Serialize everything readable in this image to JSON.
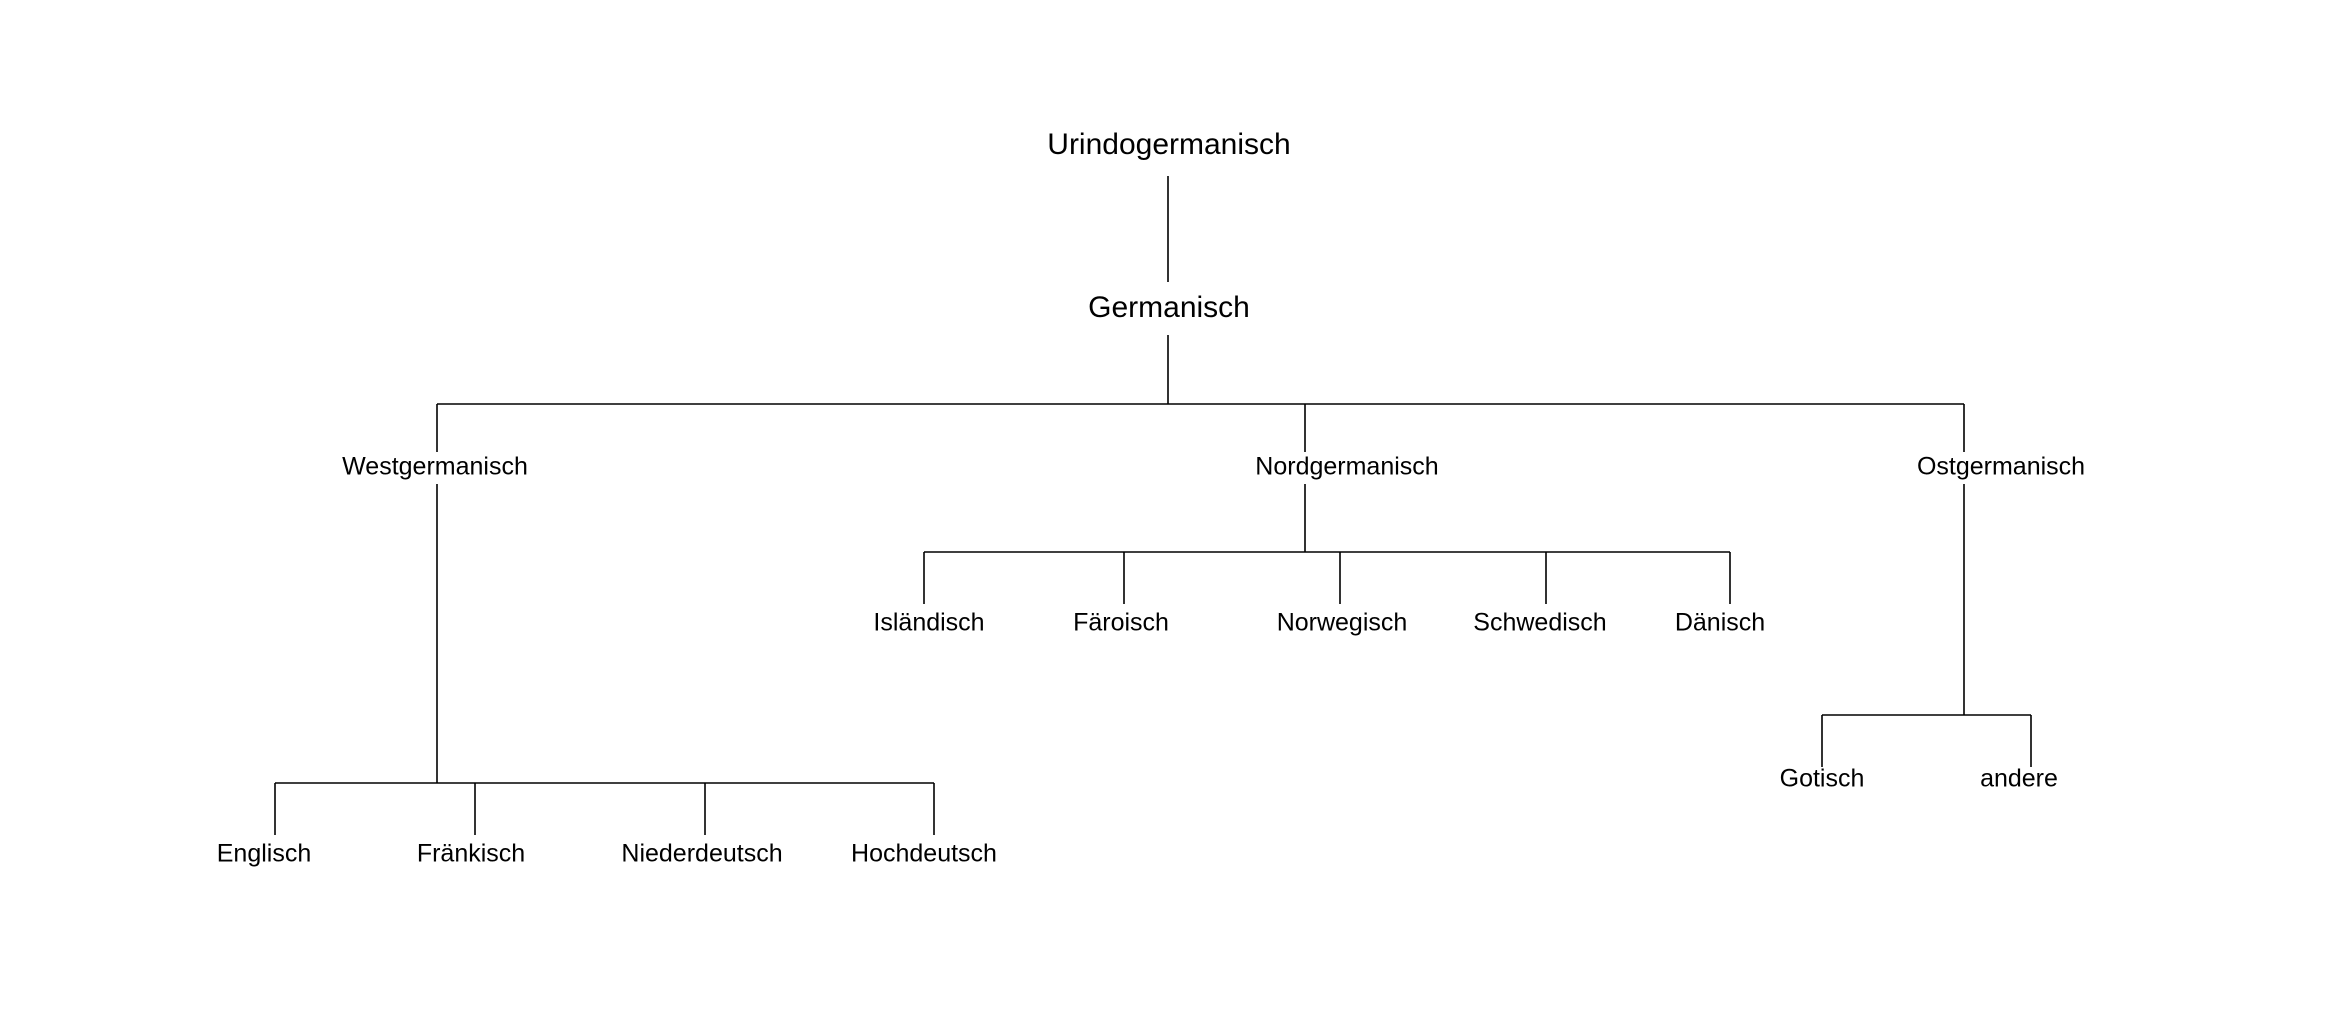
{
  "tree": {
    "root": "Urindogermanisch",
    "germanisch": "Germanisch",
    "west": {
      "label": "Westgermanisch",
      "children": [
        "Englisch",
        "Fränkisch",
        "Niederdeutsch",
        "Hochdeutsch"
      ]
    },
    "nord": {
      "label": "Nordgermanisch",
      "children": [
        "Isländisch",
        "Färoisch",
        "Norwegisch",
        "Schwedisch",
        "Dänisch"
      ]
    },
    "ost": {
      "label": "Ostgermanisch",
      "children": [
        "Gotisch",
        "andere"
      ]
    }
  }
}
